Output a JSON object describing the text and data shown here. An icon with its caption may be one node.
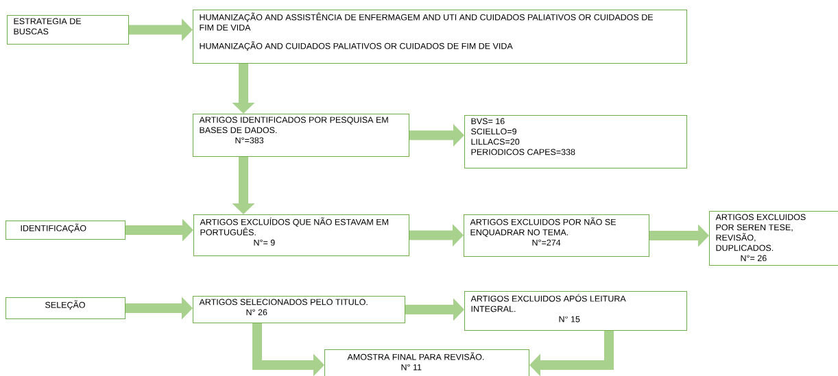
{
  "diagram": {
    "nodes": [
      {
        "text": [
          "ESTRATEGIA DE BUSCAS"
        ]
      },
      {
        "text": [
          "HUMANIZAÇÃO AND ASSISTÊNCIA DE ENFERMAGEM AND UTI AND CUIDADOS PALIATIVOS OR CUIDADOS DE FIM DE VIDA",
          "HUMANIZAÇÃO AND CUIDADOS PALIATIVOS OR CUIDADOS DE FIM DE VIDA"
        ]
      },
      {
        "text": [
          "ARTIGOS IDENTIFICADOS POR PESQUISA EM BASES DE DADOS.",
          "N°=383"
        ]
      },
      {
        "text": [
          "BVS= 16",
          "SCIELLO=9",
          "LILLACS=20",
          "PERIODICOS CAPES=338"
        ]
      },
      {
        "text": [
          "IDENTIFICAÇÃO"
        ]
      },
      {
        "text": [
          "ARTIGOS EXCLUÍDOS QUE NÃO ESTAVAM EM PORTUGUÊS.",
          "N°= 9"
        ]
      },
      {
        "text": [
          "ARTIGOS EXCLUIDOS POR NÃO SE ENQUADRAR NO TEMA.",
          "N°=274"
        ]
      },
      {
        "text": [
          "ARTIGOS EXCLUIDOS POR SEREN TESE, REVISÃO, DUPLICADOS.",
          "N°= 26"
        ]
      },
      {
        "text": [
          "SELEÇÃO"
        ]
      },
      {
        "text": [
          "ARTIGOS SELECIONADOS PELO TITULO.",
          "N° 26"
        ]
      },
      {
        "text": [
          "ARTIGOS EXCLUIDOS APÓS LEITURA INTEGRAL.",
          "N° 15"
        ]
      },
      {
        "text": [
          "AMOSTRA FINAL PARA REVISÃO.",
          "N° 11"
        ]
      }
    ],
    "edges": [
      {
        "from": 0,
        "to": 1,
        "arrow": "to"
      },
      {
        "from": 1,
        "to": 2,
        "arrow": "to"
      },
      {
        "from": 2,
        "to": 3,
        "arrow": "to"
      },
      {
        "from": 2,
        "to": 5,
        "arrow": "to"
      },
      {
        "from": 4,
        "to": 5,
        "arrow": "to"
      },
      {
        "from": 5,
        "to": 6,
        "arrow": "to"
      },
      {
        "from": 6,
        "to": 7,
        "arrow": "to"
      },
      {
        "from": 8,
        "to": 9,
        "arrow": "to"
      },
      {
        "from": 9,
        "to": 10,
        "arrow": "to"
      },
      {
        "from": 9,
        "to": 11,
        "arrow": "to"
      },
      {
        "from": 10,
        "to": 11,
        "arrow": "to"
      }
    ]
  }
}
